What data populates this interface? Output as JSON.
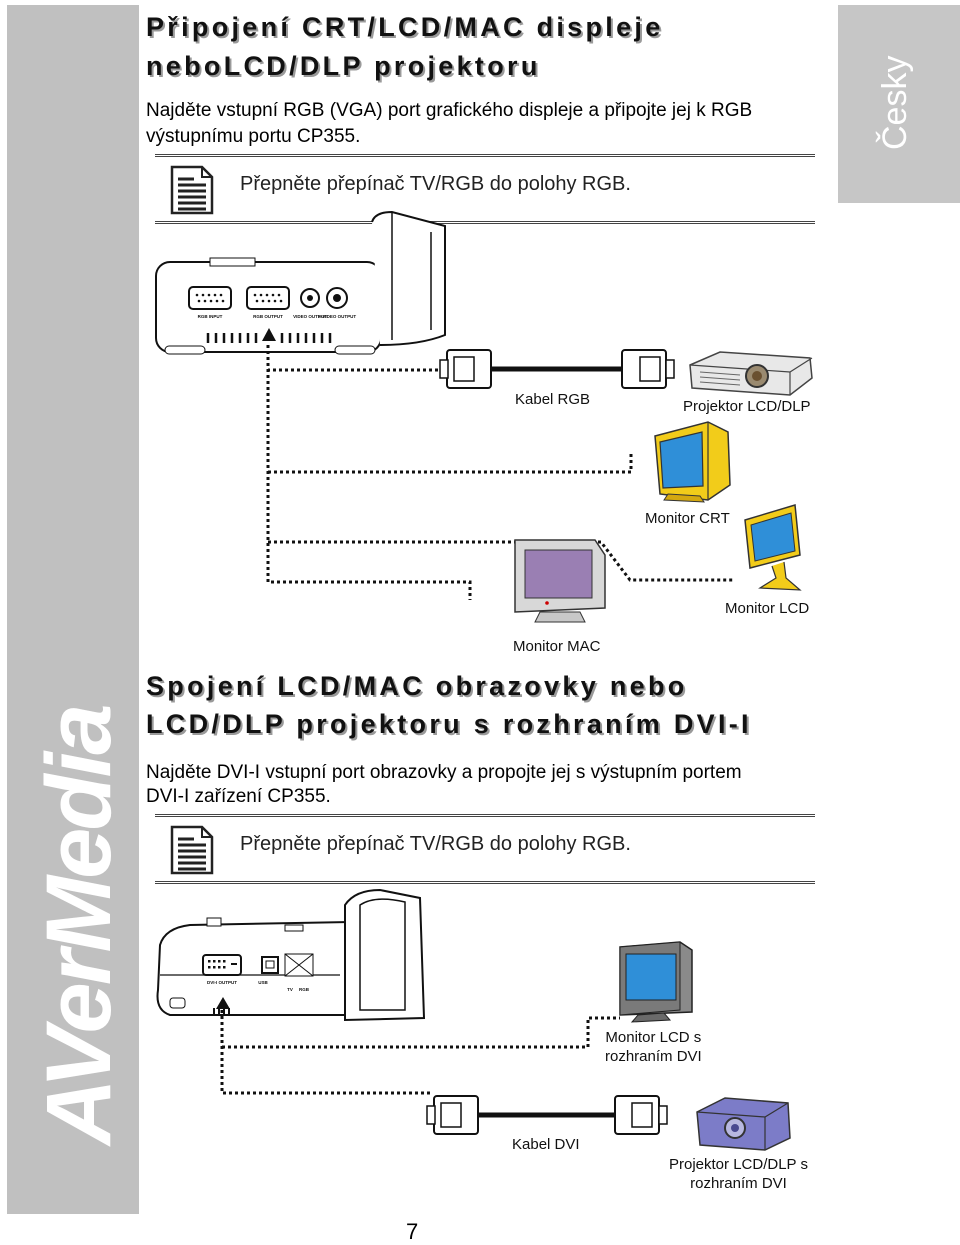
{
  "brand": {
    "logo_text": "AVerMedia",
    "language_tab": "Česky"
  },
  "section1": {
    "title_line1": "Připojení CRT/LCD/MAC displeje",
    "title_line2": "neboLCD/DLP projektoru",
    "body_line1": "Najděte vstupní RGB (VGA) port grafického displeje a připojte jej k RGB",
    "body_line2": "výstupnímu portu CP355.",
    "note": "Přepněte přepínač TV/RGB do polohy RGB.",
    "diagram": {
      "port_labels": [
        "RGB INPUT",
        "RGB OUTPUT",
        "VIDEO OUTPUT",
        "S-VIDEO OUTPUT"
      ],
      "cable": "Kabel RGB",
      "projector": "Projektor LCD/DLP",
      "crt": "Monitor CRT",
      "lcd": "Monitor LCD",
      "mac": "Monitor MAC"
    }
  },
  "section2": {
    "title_line1": "Spojení LCD/MAC obrazovky nebo",
    "title_line2": "LCD/DLP projektoru s rozhraním DVI-I",
    "body_line1": "Najděte DVI-I vstupní port obrazovky a propojte jej s výstupním portem",
    "body_line2": "DVI-I zařízení CP355.",
    "note": "Přepněte přepínač TV/RGB do polohy RGB.",
    "diagram": {
      "port_labels": [
        "DVI-I OUTPUT",
        "USB",
        "TV",
        "RGB"
      ],
      "lcd_line1": "Monitor LCD s",
      "lcd_line2": "rozhraním DVI",
      "cable": "Kabel DVI",
      "projector_line1": "Projektor LCD/DLP s",
      "projector_line2": "rozhraním DVI"
    }
  },
  "page_number": "7",
  "colors": {
    "sidebar": "#c0c0c0",
    "screen_crt": "#2f8fd8",
    "screen_mac": "#9a7fb3",
    "monitor_body": "#f2cc1a"
  }
}
